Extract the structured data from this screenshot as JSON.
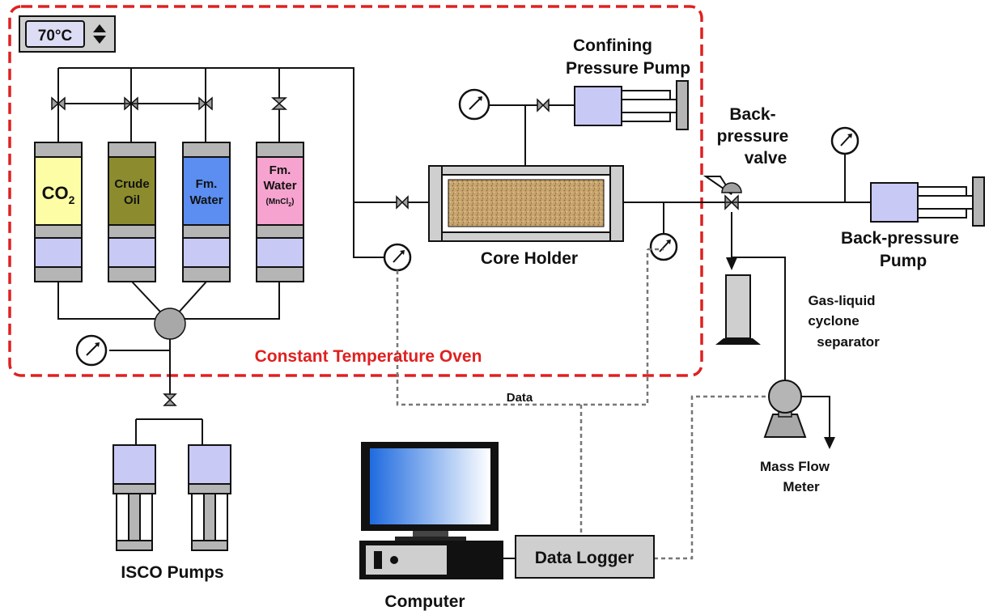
{
  "colors": {
    "oven_border": "#e02020",
    "cylinder_cap": "#b5b5b5",
    "piston": "#c9c9f5",
    "co2": "#fdfda6",
    "crude_oil": "#8c8c2e",
    "fm_water": "#5b8ef0",
    "fm_water_mncl2": "#f6a3cf",
    "sand": "#c8a56e",
    "monitor_gradient_start": "#1f6be0",
    "monitor_gradient_end": "#ffffff",
    "data_wire": "#777777"
  },
  "oven": {
    "title": "Constant Temperature Oven",
    "display": {
      "value": "70",
      "unit": "°C"
    }
  },
  "cylinders": [
    {
      "line1": "CO",
      "sub": "2",
      "color_key": "co2"
    },
    {
      "line1": "Crude",
      "line2": "Oil",
      "color_key": "crude_oil"
    },
    {
      "line1": "Fm.",
      "line2": "Water",
      "color_key": "fm_water"
    },
    {
      "line1": "Fm.",
      "line2": "Water",
      "line3": "(MnCl",
      "line3_sub": "2",
      "line3_end": ")",
      "color_key": "fm_water_mncl2"
    }
  ],
  "labels": {
    "confining_pump_line1": "Confining",
    "confining_pump_line2": "Pressure Pump",
    "core_holder": "Core Holder",
    "bp_valve_line1": "Back-",
    "bp_valve_line2": "pressure",
    "bp_valve_line3": "valve",
    "bp_pump_line1": "Back-pressure",
    "bp_pump_line2": "Pump",
    "separator_line1": "Gas-liquid",
    "separator_line2": "cyclone",
    "separator_line3": "separator",
    "mass_flow_line1": "Mass Flow",
    "mass_flow_line2": "Meter",
    "isco_pumps": "ISCO Pumps",
    "data": "Data",
    "data_logger": "Data Logger",
    "computer": "Computer"
  }
}
